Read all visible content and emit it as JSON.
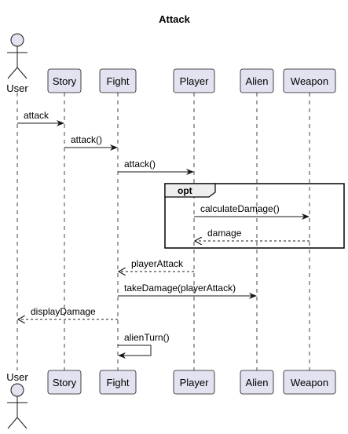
{
  "diagram": {
    "title": "Attack",
    "participants": [
      {
        "id": "user",
        "label": "User",
        "kind": "actor"
      },
      {
        "id": "story",
        "label": "Story",
        "kind": "box"
      },
      {
        "id": "fight",
        "label": "Fight",
        "kind": "box"
      },
      {
        "id": "player",
        "label": "Player",
        "kind": "box"
      },
      {
        "id": "alien",
        "label": "Alien",
        "kind": "box"
      },
      {
        "id": "weapon",
        "label": "Weapon",
        "kind": "box"
      }
    ],
    "messages": [
      {
        "from": "user",
        "to": "story",
        "label": "attack",
        "style": "solid"
      },
      {
        "from": "story",
        "to": "fight",
        "label": "attack()",
        "style": "solid"
      },
      {
        "from": "fight",
        "to": "player",
        "label": "attack()",
        "style": "solid"
      },
      {
        "from": "player",
        "to": "weapon",
        "label": "calculateDamage()",
        "style": "solid"
      },
      {
        "from": "weapon",
        "to": "player",
        "label": "damage",
        "style": "dashed"
      },
      {
        "from": "player",
        "to": "fight",
        "label": "playerAttack",
        "style": "dashed"
      },
      {
        "from": "fight",
        "to": "alien",
        "label": "takeDamage(playerAttack)",
        "style": "solid"
      },
      {
        "from": "fight",
        "to": "user",
        "label": "displayDamage",
        "style": "dashed"
      },
      {
        "from": "fight",
        "to": "fight",
        "label": "alienTurn()",
        "style": "solid"
      }
    ],
    "fragments": [
      {
        "label": "opt"
      }
    ],
    "colors": {
      "participant_fill": "#e2e2f0",
      "participant_stroke": "#181818",
      "lifeline": "#181818",
      "frame_stroke": "#000000",
      "frame_tab_fill": "#eeeeee"
    }
  }
}
